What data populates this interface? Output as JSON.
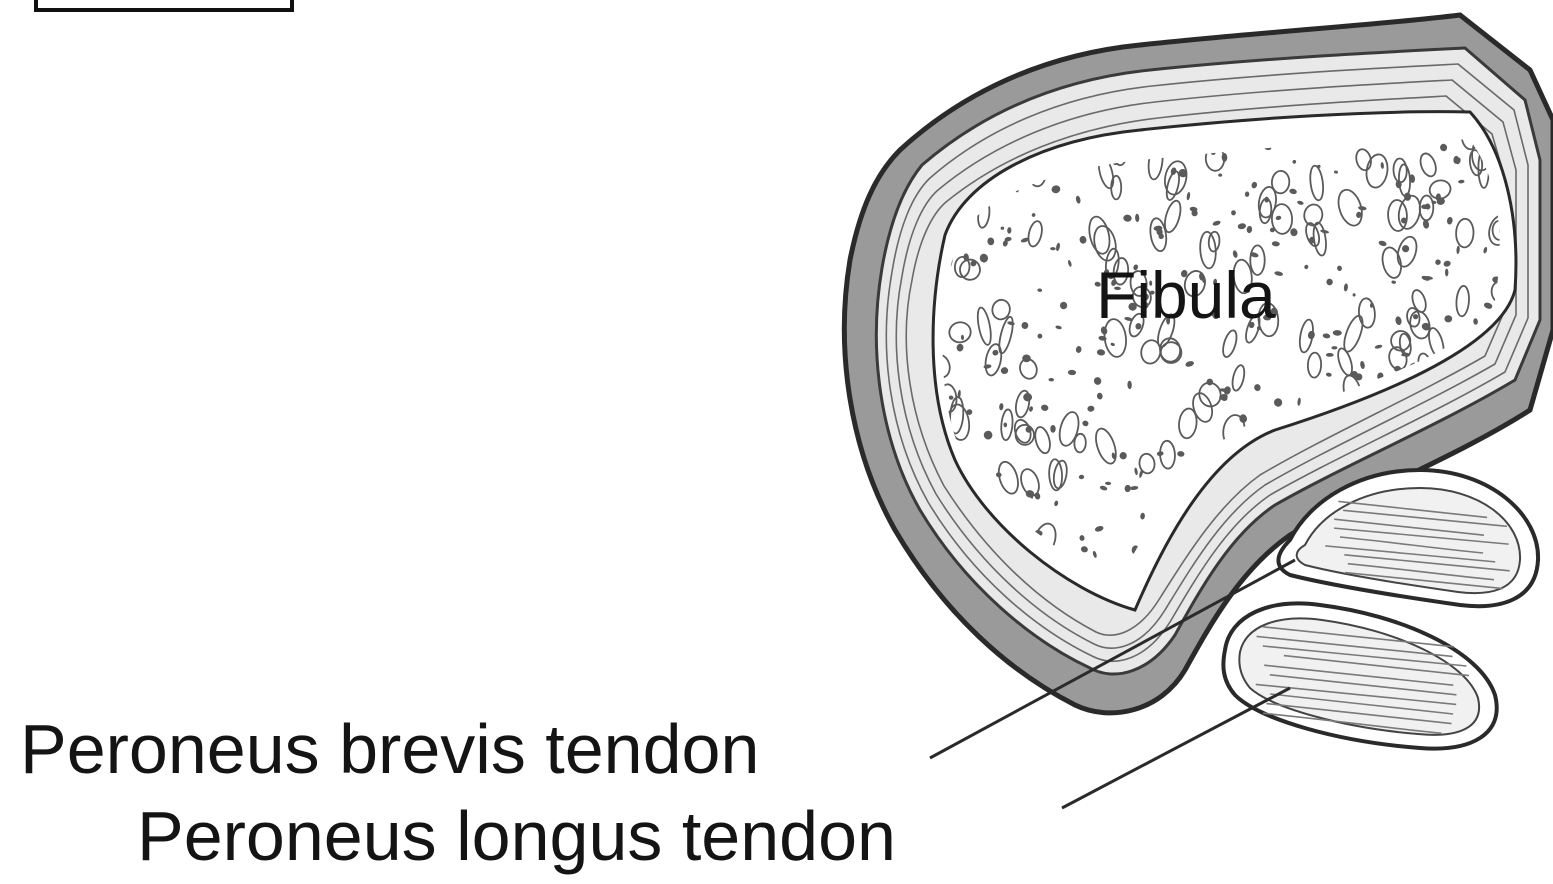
{
  "labels": {
    "fibula": "Fibula",
    "peroneus_brevis": "Peroneus brevis tendon",
    "peroneus_longus": "Peroneus longus tendon"
  },
  "colors": {
    "sheath": "#9a9a9a",
    "outline": "#2a2a2a",
    "cortex": "#ffffff",
    "stipple": "#5a5a5a",
    "text": "#141414"
  }
}
